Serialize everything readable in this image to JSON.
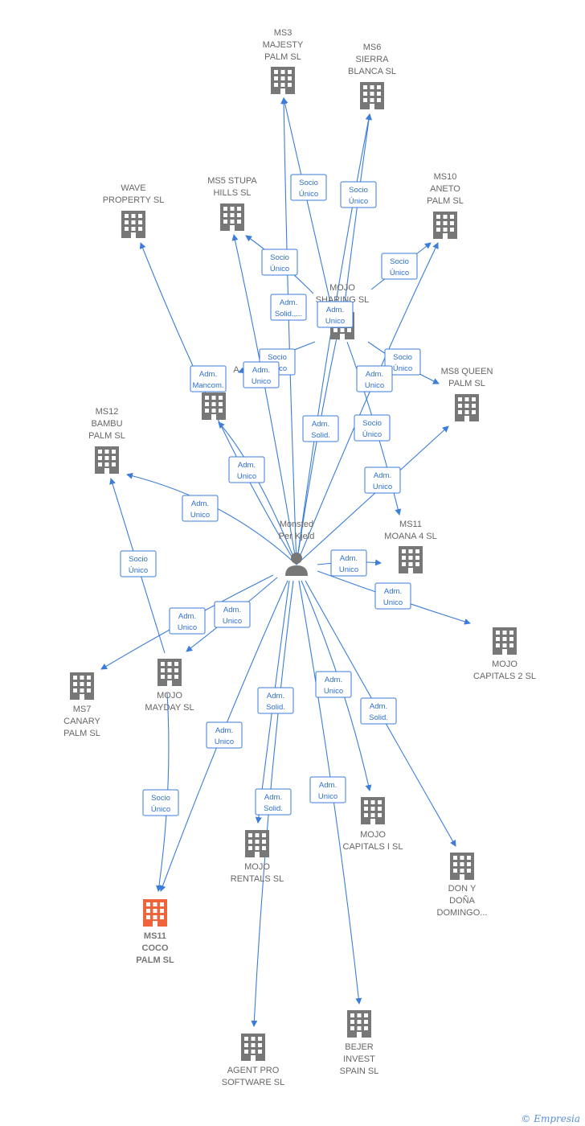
{
  "person": {
    "lines": [
      "Monsted",
      "Per Kjeld"
    ]
  },
  "colors": {
    "edge": "#3b7dd8",
    "building": "#777777",
    "highlight": "#f0643c"
  },
  "companies": [
    {
      "id": "ms3",
      "lines": [
        "MS3",
        "MAJESTY",
        "PALM SL"
      ]
    },
    {
      "id": "ms6",
      "lines": [
        "MS6",
        "SIERRA",
        "BLANCA SL"
      ]
    },
    {
      "id": "wave",
      "lines": [
        "WAVE",
        "PROPERTY SL"
      ]
    },
    {
      "id": "ms5",
      "lines": [
        "MS5 STUPA",
        "HILLS SL"
      ]
    },
    {
      "id": "ms10",
      "lines": [
        "MS10",
        "ANETO",
        "PALM SL"
      ]
    },
    {
      "id": "mojosharing",
      "lines": [
        "MOJO",
        "SHARING SL"
      ]
    },
    {
      "id": "hidden",
      "lines": [
        "A"
      ]
    },
    {
      "id": "ms8",
      "lines": [
        "MS8 QUEEN",
        "PALM SL"
      ]
    },
    {
      "id": "ms12",
      "lines": [
        "MS12",
        "BAMBU",
        "PALM SL"
      ]
    },
    {
      "id": "ms11moana",
      "lines": [
        "MS11",
        "MOANA 4 SL"
      ]
    },
    {
      "id": "capitals2",
      "lines": [
        "MOJO",
        "CAPITALS 2 SL"
      ]
    },
    {
      "id": "ms7",
      "lines": [
        "MS7",
        "CANARY",
        "PALM SL"
      ]
    },
    {
      "id": "mayday",
      "lines": [
        "MOJO",
        "MAYDAY SL"
      ]
    },
    {
      "id": "capitals1",
      "lines": [
        "MOJO",
        "CAPITALS I SL"
      ]
    },
    {
      "id": "rentals",
      "lines": [
        "MOJO",
        "RENTALS SL"
      ]
    },
    {
      "id": "donydona",
      "lines": [
        "DON Y",
        "DOÑA",
        "DOMINGO..."
      ]
    },
    {
      "id": "coco",
      "lines": [
        "MS11",
        "COCO",
        "PALM SL"
      ]
    },
    {
      "id": "agentpro",
      "lines": [
        "AGENT PRO",
        "SOFTWARE SL"
      ]
    },
    {
      "id": "bejer",
      "lines": [
        "BEJER",
        "INVEST",
        "SPAIN SL"
      ]
    }
  ],
  "edge_labels": [
    {
      "id": "e_ms3_socio",
      "lines": [
        "Socio",
        "Único"
      ]
    },
    {
      "id": "e_ms6_socio",
      "lines": [
        "Socio",
        "Único"
      ]
    },
    {
      "id": "e_ms10_socio",
      "lines": [
        "Socio",
        "Único"
      ]
    },
    {
      "id": "e_ms5_socio",
      "lines": [
        "Socio",
        "Único"
      ]
    },
    {
      "id": "e_ms3_solid",
      "lines": [
        "Adm.",
        "Solid.,..."
      ]
    },
    {
      "id": "e_mojo_adm",
      "lines": [
        "Adm.",
        "Unico"
      ]
    },
    {
      "id": "e_hidden_socio",
      "lines": [
        "Socio",
        "Único"
      ]
    },
    {
      "id": "e_ms8_socio",
      "lines": [
        "Socio",
        "Único"
      ]
    },
    {
      "id": "e_wave_mancom",
      "lines": [
        "Adm.",
        "Mancom."
      ]
    },
    {
      "id": "e_hidden_adm",
      "lines": [
        "Adm.",
        "Unico"
      ]
    },
    {
      "id": "e_ms10_adm",
      "lines": [
        "Adm.",
        "Unico"
      ]
    },
    {
      "id": "e_mojo_solid",
      "lines": [
        "Adm.",
        "Solid."
      ]
    },
    {
      "id": "e_moana_socio",
      "lines": [
        "Socio",
        "Único"
      ]
    },
    {
      "id": "e_hidden_adm2",
      "lines": [
        "Adm.",
        "Unico"
      ]
    },
    {
      "id": "e_ms8_adm",
      "lines": [
        "Adm.",
        "Unico"
      ]
    },
    {
      "id": "e_ms12_adm",
      "lines": [
        "Adm.",
        "Unico"
      ]
    },
    {
      "id": "e_moana_adm",
      "lines": [
        "Adm.",
        "Unico"
      ]
    },
    {
      "id": "e_ms12_socio",
      "lines": [
        "Socio",
        "Único"
      ]
    },
    {
      "id": "e_capitals2_adm",
      "lines": [
        "Adm.",
        "Unico"
      ]
    },
    {
      "id": "e_mayday_adm",
      "lines": [
        "Adm.",
        "Unico"
      ]
    },
    {
      "id": "e_ms7_adm",
      "lines": [
        "Adm.",
        "Unico"
      ]
    },
    {
      "id": "e_capitals1_adm",
      "lines": [
        "Adm.",
        "Unico"
      ]
    },
    {
      "id": "e_rentals_solid",
      "lines": [
        "Adm.",
        "Solid."
      ]
    },
    {
      "id": "e_dony_solid",
      "lines": [
        "Adm.",
        "Solid."
      ]
    },
    {
      "id": "e_coco_adm",
      "lines": [
        "Adm.",
        "Unico"
      ]
    },
    {
      "id": "e_coco_socio",
      "lines": [
        "Socio",
        "Único"
      ]
    },
    {
      "id": "e_agent_solid",
      "lines": [
        "Adm.",
        "Solid."
      ]
    },
    {
      "id": "e_bejer_adm",
      "lines": [
        "Adm.",
        "Unico"
      ]
    }
  ],
  "watermark": {
    "copyright": "©",
    "brand": "Empresia"
  }
}
